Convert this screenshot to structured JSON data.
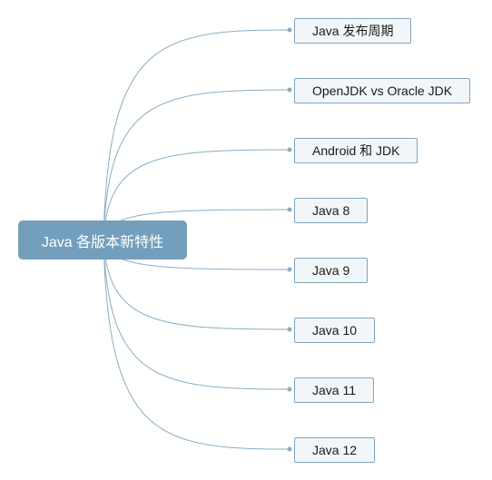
{
  "root": {
    "label": "Java 各版本新特性"
  },
  "children": [
    {
      "label": "Java 发布周期"
    },
    {
      "label": "OpenJDK vs Oracle JDK"
    },
    {
      "label": "Android 和 JDK"
    },
    {
      "label": "Java 8"
    },
    {
      "label": "Java 9"
    },
    {
      "label": "Java 10"
    },
    {
      "label": "Java 11"
    },
    {
      "label": "Java 12"
    }
  ],
  "colors": {
    "root_fill": "#739fbd",
    "connector": "#8badc3",
    "child_border": "#7fa6c0",
    "child_fill": "#f2f6f9"
  }
}
